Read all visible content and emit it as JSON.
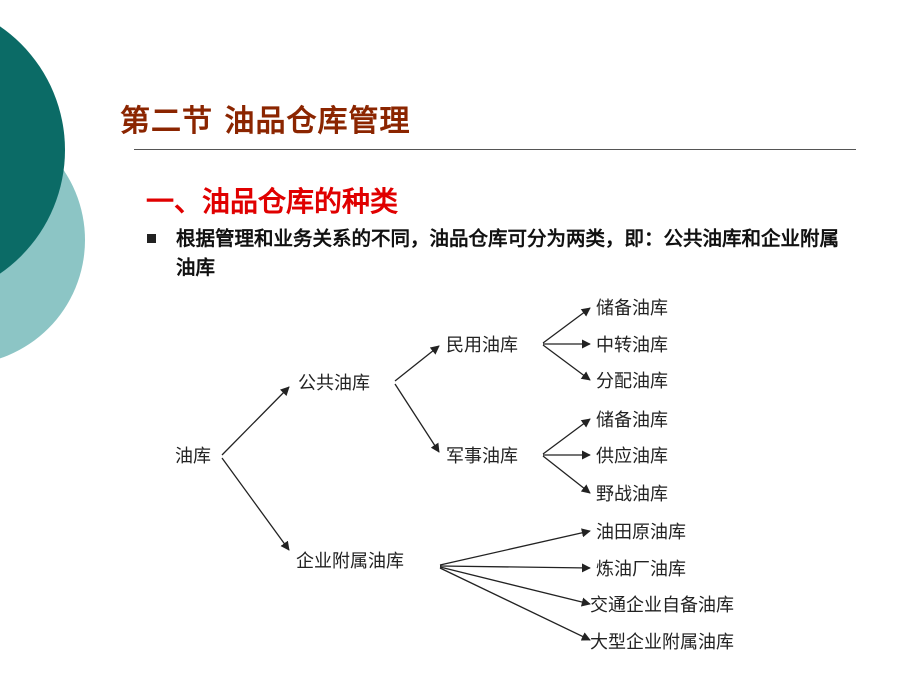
{
  "slide": {
    "title": "第二节  油品仓库管理",
    "section_heading": "一、油品仓库的种类",
    "bullet": "根据管理和业务关系的不同，油品仓库可分为两类，即：公共油库和企业附属油库"
  },
  "diagram": {
    "root": "油库",
    "public": "公共油库",
    "enterprise": "企业附属油库",
    "civil": "民用油库",
    "military": "军事油库",
    "civil_children": [
      "储备油库",
      "中转油库",
      "分配油库"
    ],
    "military_children": [
      "储备油库",
      "供应油库",
      "野战油库"
    ],
    "enterprise_children": [
      "油田原油库",
      "炼油厂油库",
      "交通企业自备油库",
      "大型企业附属油库"
    ]
  },
  "colors": {
    "title": "#8B2500",
    "section": "#E00000",
    "deco_dark": "#0B6B66",
    "deco_light": "#8CC5C5"
  }
}
